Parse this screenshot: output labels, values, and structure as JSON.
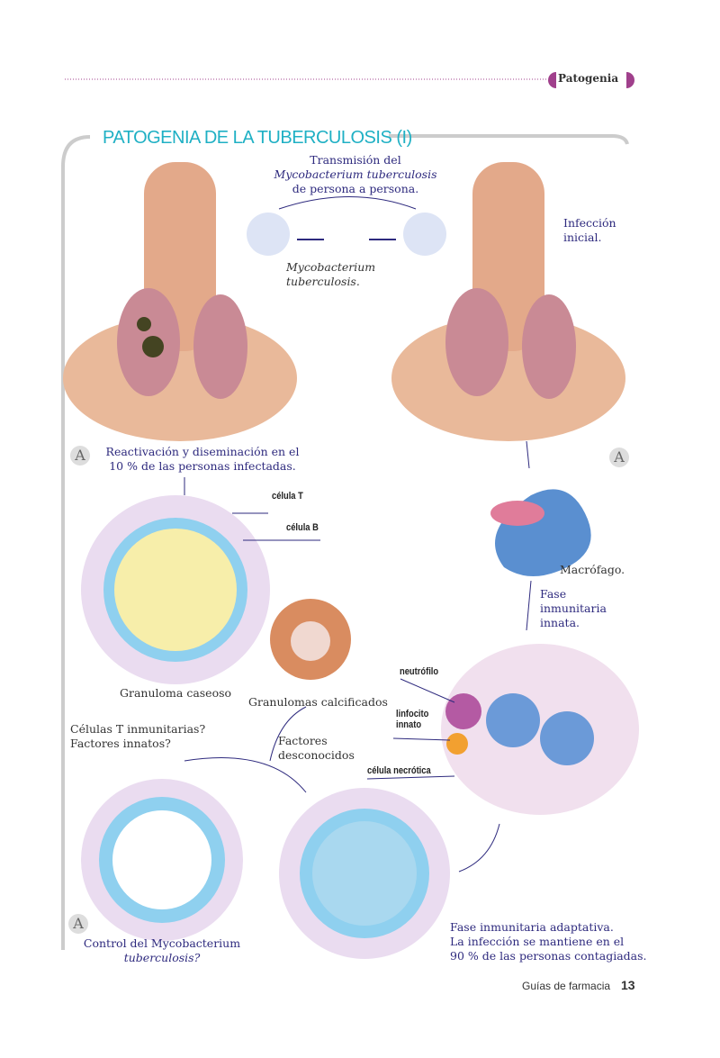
{
  "header": {
    "section_tag": "Patogenia",
    "accent": "#a0408c"
  },
  "title": "PATOGENIA DE LA TUBERCULOSIS (I)",
  "labels": {
    "transmission_1": "Transmisión del",
    "transmission_2": "Mycobacterium tuberculosis",
    "transmission_3": "de persona a persona.",
    "myco_1": "Mycobacterium",
    "myco_2": "tuberculosis.",
    "infection": "Infección inicial.",
    "reactivation": "Reactivación y diseminación en el 10 % de las personas infectadas.",
    "cell_t": "célula T",
    "cell_b": "célula B",
    "macrophage": "Macrófago.",
    "innate_phase": "Fase inmunitaria innata.",
    "neutrophil": "neutrófilo",
    "innate_lymph": "linfocito innato",
    "necrotic": "célula necrótica",
    "caseous": "Granuloma caseoso",
    "calcified": "Granulomas calcificados",
    "t_cells_1": "Células T inmunitarias?",
    "t_cells_2": "Factores innatos?",
    "unknown": "Factores desconocidos",
    "control_1": "Control del Mycobacterium",
    "control_2": "tuberculosis?",
    "adaptive_1": "Fase inmunitaria adaptativa.",
    "adaptive_2": "La infección se mantiene en el",
    "adaptive_3": "90 % de las personas contagiadas.",
    "badge": "A"
  },
  "footer": {
    "text": "Guías de farmacia",
    "page": "13"
  }
}
